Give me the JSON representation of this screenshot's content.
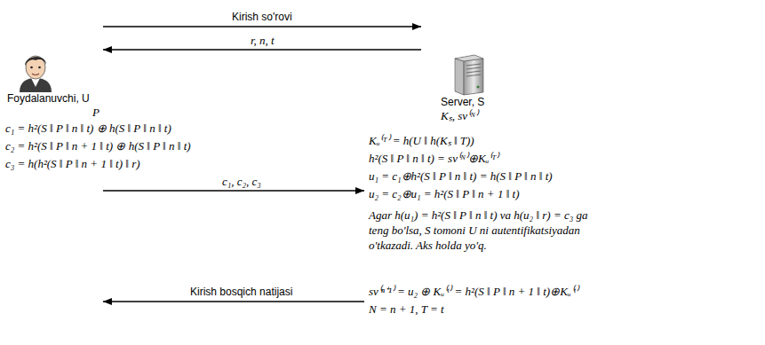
{
  "diagram": {
    "nodes": [
      {
        "text": [
          "Foydalanuvchi, U",
          "P"
        ]
      },
      {
        "text": [
          "Server, S",
          "Kₛ, sv⁽ᴺ⁾"
        ]
      }
    ],
    "edges": [
      {
        "from": 0,
        "to": 1,
        "arrow": "to",
        "label": "Kirish so'rovi"
      },
      {
        "from": 1,
        "to": 0,
        "arrow": "to",
        "label": "r, n, t"
      },
      {
        "from": 0,
        "to": 1,
        "arrow": "to",
        "label": "c₁, c₂, c₃"
      },
      {
        "from": 1,
        "to": 0,
        "arrow": "to",
        "label": "Kirish bosqich natijasi"
      }
    ],
    "labels": [
      "c₁ = h²(S ‖ P ‖ n ‖ t) ⊕ h(S ‖ P ‖ n ‖ t)",
      "c₂ = h²(S ‖ P ‖ n + 1 ‖ t) ⊕ h(S ‖ P ‖ n ‖ t)",
      "c₃ = h(h²(S ‖ P ‖ n + 1 ‖ t) ‖ r)",
      "Kᵤ⁽ᵀ⁾ = h(U ‖ h(Kₛ ‖ T))",
      "h²(S ‖ P ‖ n ‖ t) = sv⁽ᴺ⁾⊕Kᵤ⁽ᵀ⁾",
      "u₁ = c₁⊕h²(S ‖ P ‖ n ‖ t) = h(S ‖ P ‖ n ‖ t)",
      "u₂ = c₂⊕u₁ = h²(S ‖ P ‖ n + 1 ‖ t)",
      "Agar h(u₁) = h²(S ‖ P ‖ n ‖ t) va h(u₂ ‖ r) = c₃ ga teng bo'lsa, S tomoni U ni autentifikatsiyadan o'tkazadi. Aks holda yo'q.",
      "sv⁽ⁿ⁺¹⁾ = u₂ ⊕ Kᵤ⁽ᵗ⁾ = h²(S ‖ P ‖ n + 1 ‖ t)⊕Kᵤ⁽ᵗ⁾",
      "N = n + 1, T = t"
    ]
  }
}
